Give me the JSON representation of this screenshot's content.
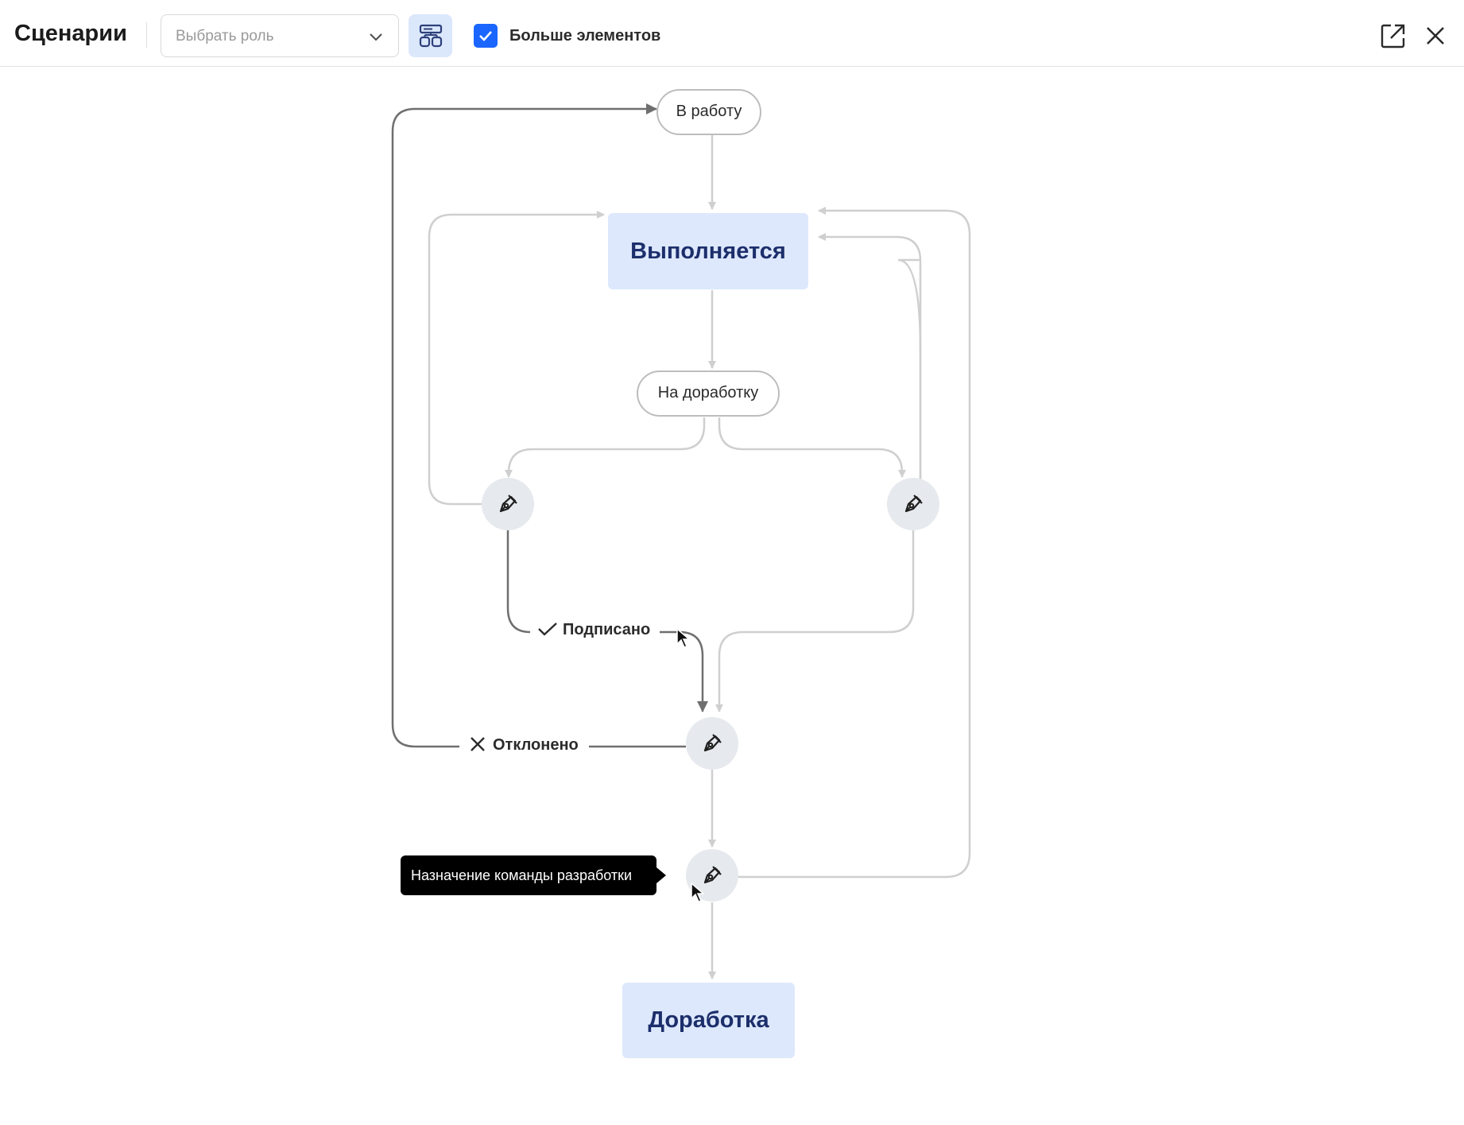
{
  "header": {
    "title": "Сценарии",
    "role_select_placeholder": "Выбрать роль",
    "more_elements_label": "Больше элементов",
    "more_elements_checked": true
  },
  "diagram": {
    "nodes": {
      "v_rabotu": "В работу",
      "vypolnyaetsya": "Выполняется",
      "na_dorabotku": "На доработку",
      "dorabotka": "Доработка"
    },
    "edge_labels": {
      "signed": "Подписано",
      "rejected": "Отклонено"
    },
    "tooltip": "Назначение команды разработки"
  },
  "colors": {
    "accent": "#1a66ff",
    "state_fill": "#dde8fc",
    "state_text": "#1c2e6b",
    "edge_light": "#cfcfcf",
    "edge_dark": "#6f6f6f",
    "action_fill": "#e6e9ed"
  },
  "icons": [
    "chevron-down-icon",
    "layout-scheme-icon",
    "checkmark-icon",
    "external-link-icon",
    "close-icon",
    "pen-nib-icon",
    "check-icon",
    "cross-icon",
    "cursor-icon"
  ]
}
